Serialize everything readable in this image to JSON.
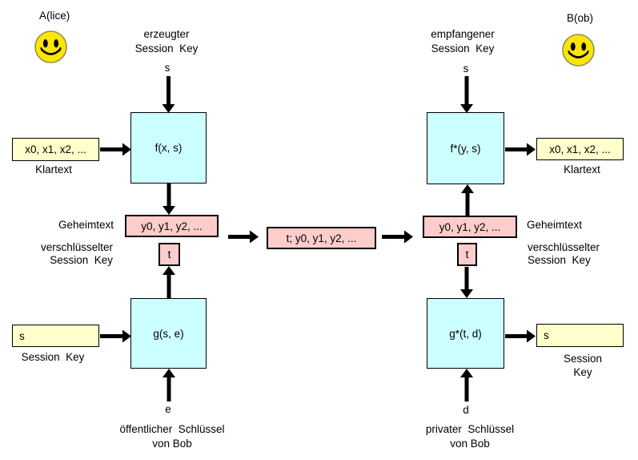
{
  "actors": {
    "alice": "A(lice)",
    "bob": "B(ob)"
  },
  "left": {
    "generated_key_label": "erzeugter\nSession  Key",
    "s_top": "s",
    "encrypt_box": "f(x, s)",
    "plaintext_box": "x0, x1, x2, ...",
    "plaintext_label": "Klartext",
    "ciphertext_box": "y0, y1, y2, ...",
    "ciphertext_label": "Geheimtext",
    "t_box": "t",
    "encrypted_key_label": "verschlüsselter\nSession  Key",
    "key_encrypt_box": "g(s, e)",
    "session_key_box": "s",
    "session_key_label": "Session  Key",
    "e_label": "e",
    "public_key_caption": "öffentlicher  Schlüssel\nvon Bob"
  },
  "channel": {
    "box": "t; y0, y1, y2, ..."
  },
  "right": {
    "received_key_label": "empfangener\nSession  Key",
    "s_top": "s",
    "decrypt_box": "f*(y, s)",
    "plaintext_box": "x0, x1, x2, ...",
    "plaintext_label": "Klartext",
    "ciphertext_box": "y0, y1, y2, ...",
    "ciphertext_label": "Geheimtext",
    "t_box": "t",
    "encrypted_key_label": "verschlüsselter\nSession  Key",
    "key_decrypt_box": "g*(t, d)",
    "session_key_box": "s",
    "session_key_label": "Session  Key",
    "d_label": "d",
    "private_key_caption": "privater  Schlüssel\nvon Bob"
  },
  "colors": {
    "process_box": "#CCFFFF",
    "data_box": "#FFFFCC",
    "cipher_box": "#FFCCCC",
    "smiley_yellow": "#FFE600",
    "arrow": "#000000"
  }
}
